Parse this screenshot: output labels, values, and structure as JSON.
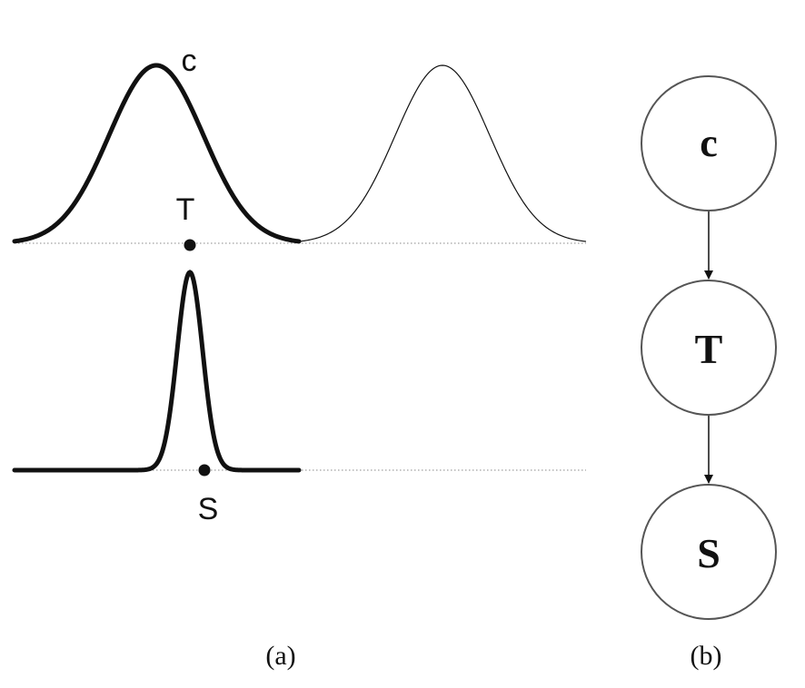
{
  "panel_a": {
    "caption": "(a)",
    "top_curve_label": "c",
    "top_point_label": "T",
    "bottom_point_label": "S"
  },
  "panel_b": {
    "caption": "(b)",
    "nodes": [
      "c",
      "T",
      "S"
    ]
  },
  "colors": {
    "stroke": "#111111",
    "node_stroke": "#555555",
    "baseline": "#888888"
  }
}
